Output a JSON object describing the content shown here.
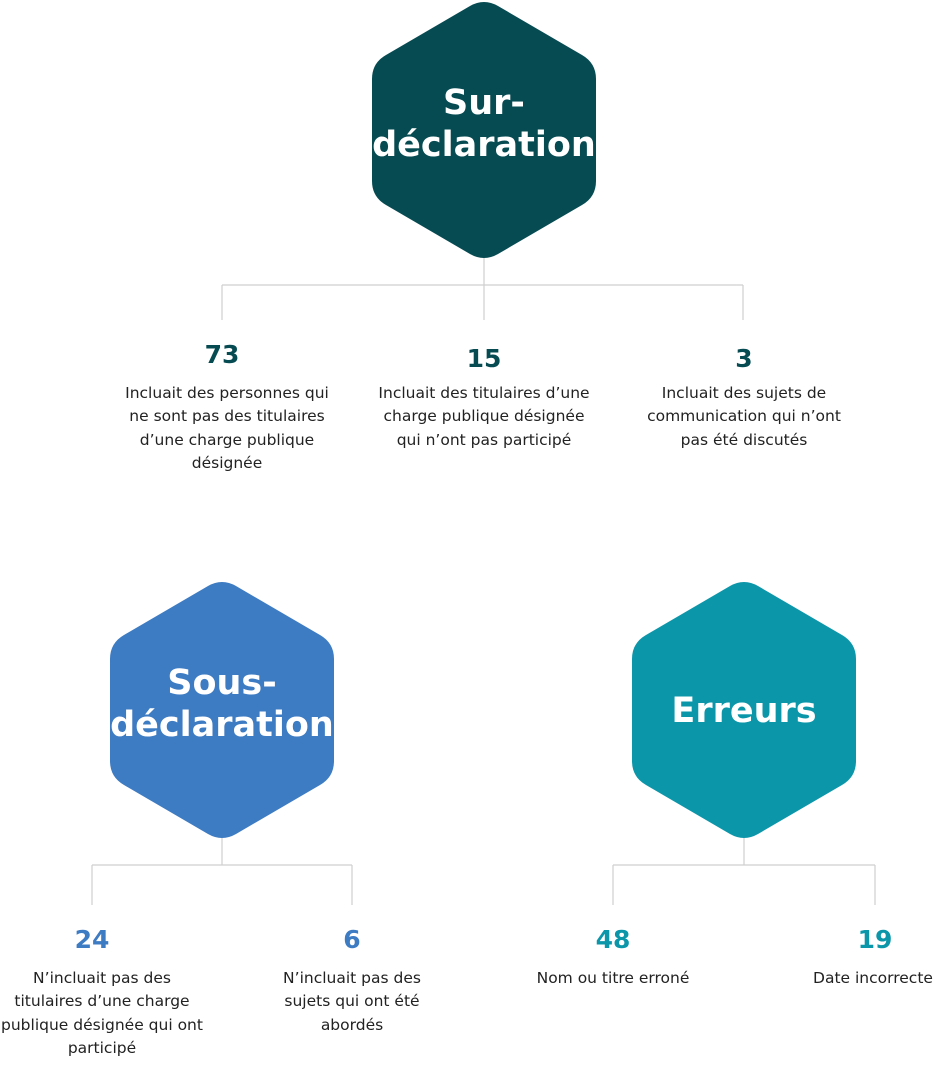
{
  "colors": {
    "over": "#064b52",
    "under": "#3d7bc2",
    "errors": "#0c96aa",
    "connector": "#cfcfcf"
  },
  "groups": {
    "over": {
      "title_line1": "Sur-",
      "title_line2": "déclaration",
      "items": [
        {
          "value": "73",
          "text": "Incluait des personnes qui ne sont pas des titulaires d’une charge publique désignée"
        },
        {
          "value": "15",
          "text": "Incluait des titulaires d’une charge publique désignée qui n’ont pas participé"
        },
        {
          "value": "3",
          "text": "Incluait des sujets de communication qui n’ont pas été discutés"
        }
      ]
    },
    "under": {
      "title_line1": "Sous-",
      "title_line2": "déclaration",
      "items": [
        {
          "value": "24",
          "text": "N’incluait pas des titulaires d’une charge publique désignée qui ont participé"
        },
        {
          "value": "6",
          "text": "N’incluait pas des sujets qui ont été abordés"
        }
      ]
    },
    "errors": {
      "title": "Erreurs",
      "items": [
        {
          "value": "48",
          "text": "Nom ou titre erroné"
        },
        {
          "value": "19",
          "text": "Date incorrecte"
        }
      ]
    }
  }
}
